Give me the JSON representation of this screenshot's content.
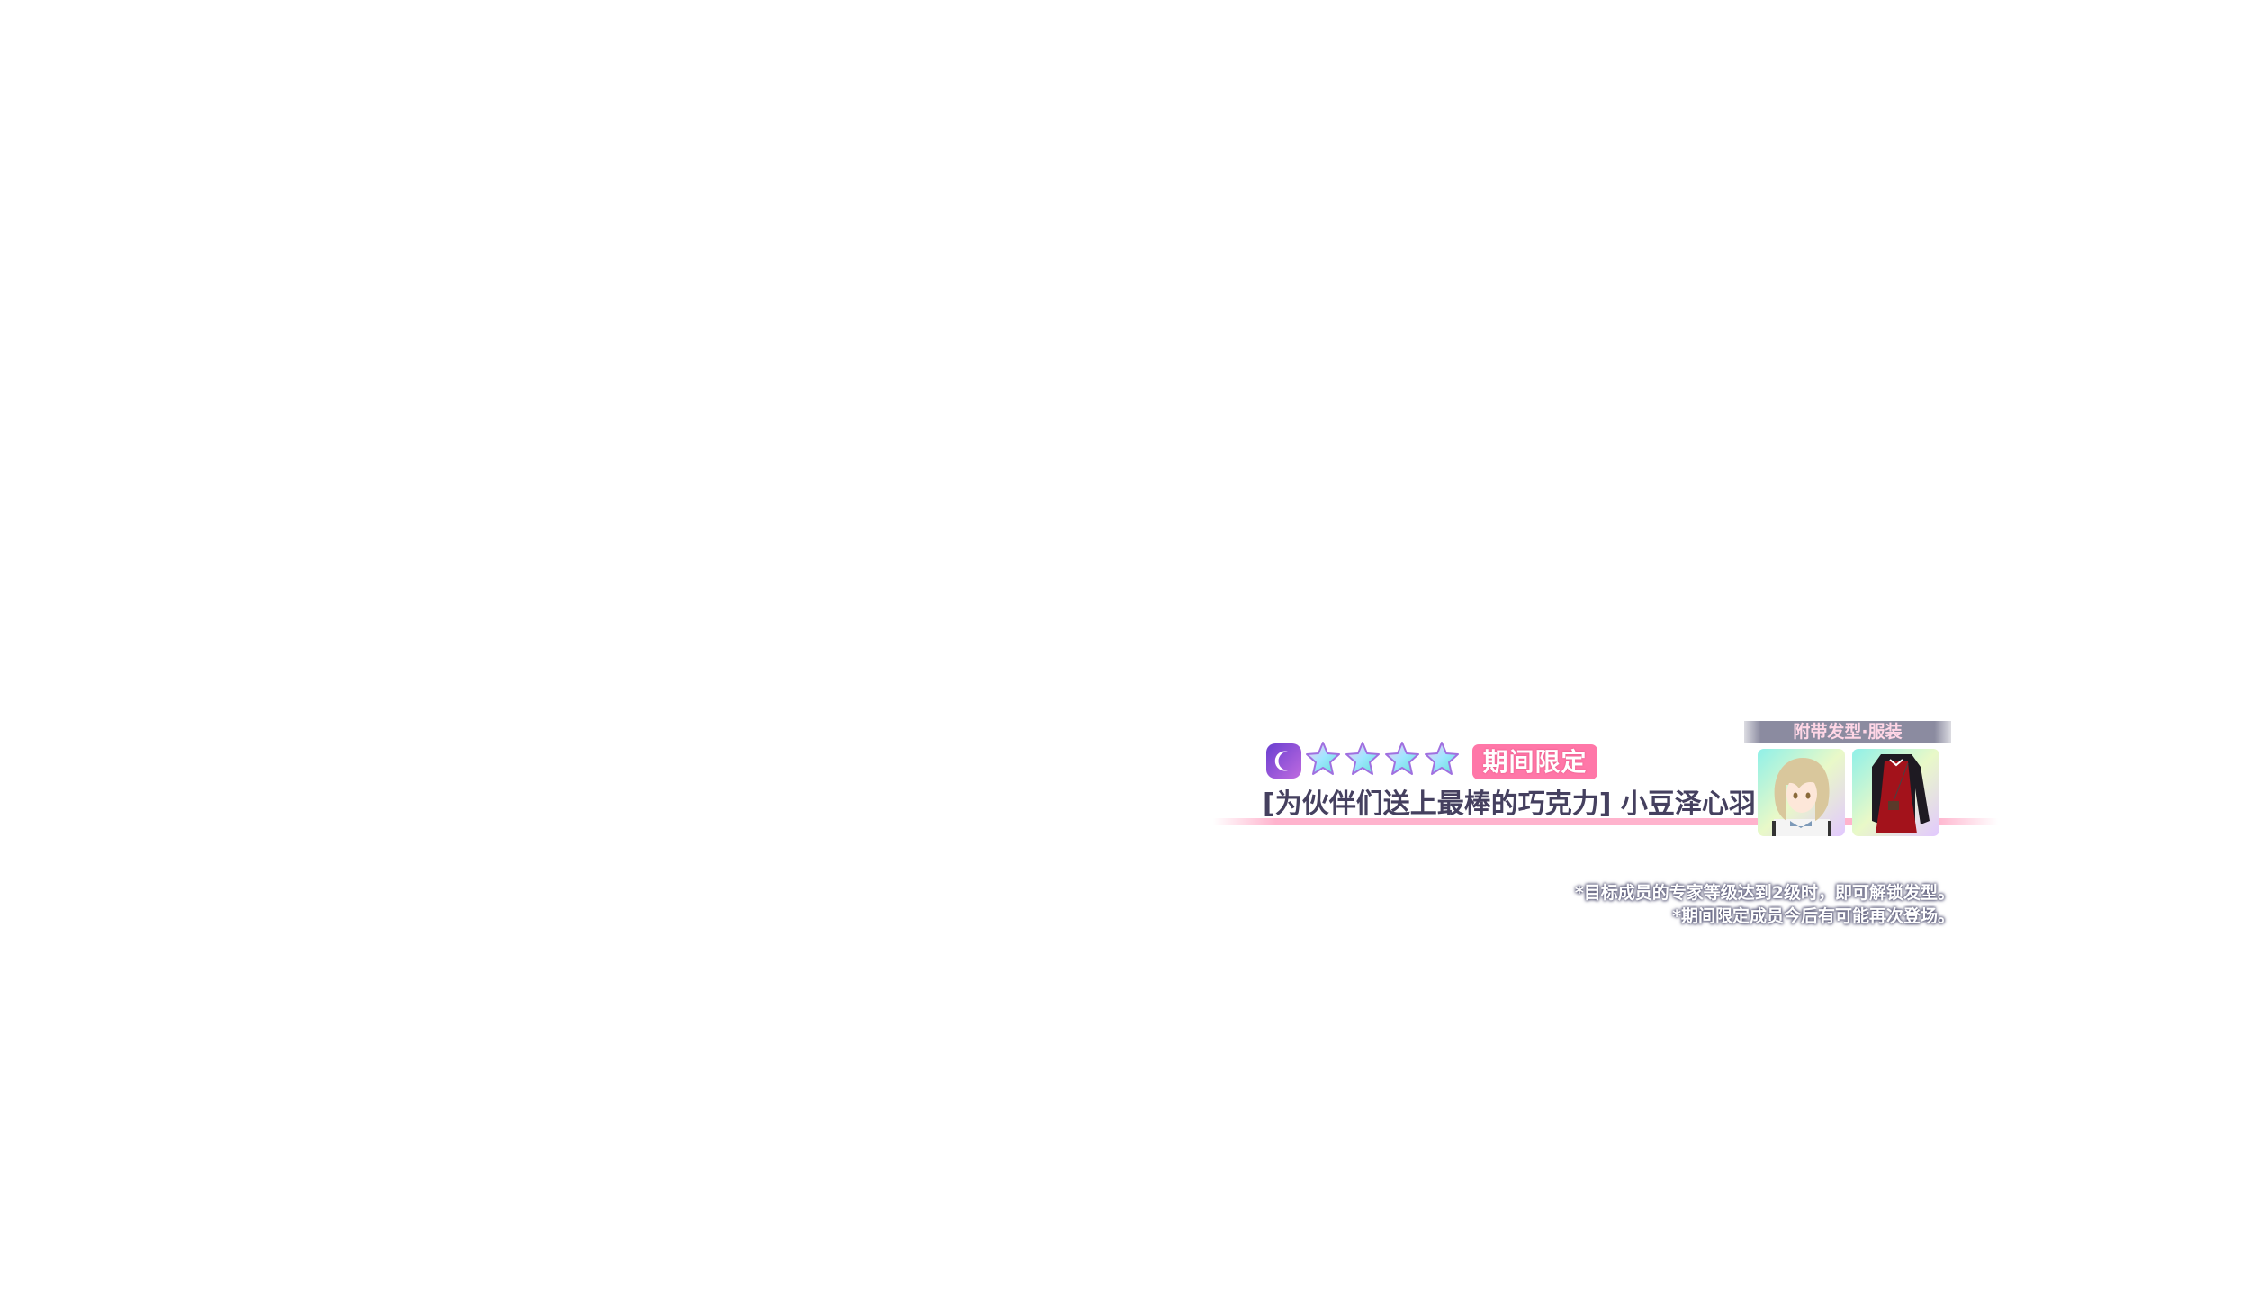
{
  "card": {
    "attribute_icon": "moon-icon",
    "rarity_stars": 4,
    "limited_badge": "期间限定",
    "title": "[为伙伴们送上最棒的巧克力] 小豆泽心羽",
    "addon_header": "附带发型·服装",
    "addons": [
      {
        "name": "hairstyle-thumbnail"
      },
      {
        "name": "outfit-thumbnail"
      }
    ]
  },
  "notes": [
    "*目标成员的专家等级达到2级时，即可解锁发型。",
    "*期间限定成员今后有可能再次登场。"
  ],
  "colors": {
    "accent_pink": "#ff77a8",
    "title": "#45405f",
    "moon": "#6a3fd0"
  }
}
